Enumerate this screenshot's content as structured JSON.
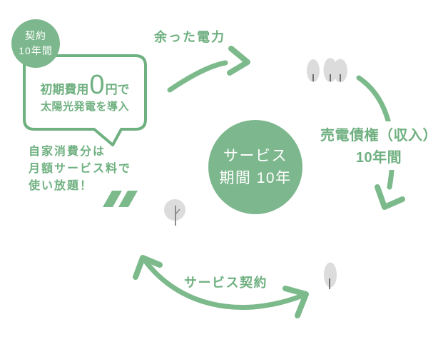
{
  "colors": {
    "shape_green": "#7db78d",
    "stroke_green": "#7cba8c",
    "text_green": "#6fb080",
    "tree_fill": "#dcdcdc",
    "tree_trunk": "#6e6e6e"
  },
  "badge": {
    "line1": "契約",
    "line2": "10年間"
  },
  "bubble": {
    "cost_prefix": "初期費用",
    "cost_zero": "0",
    "cost_suffix": "円で",
    "line2": "太陽光発電を導入"
  },
  "note": "自家消費分は\n月額サービス料で\n使い放題！",
  "center": {
    "line1": "サービス",
    "line2": "期間 10年"
  },
  "flows": {
    "surplus_power": "余った電力",
    "sale_credit_line1": "売電債権（収入）",
    "sale_credit_line2": "10年間",
    "service_contract": "サービス契約"
  }
}
